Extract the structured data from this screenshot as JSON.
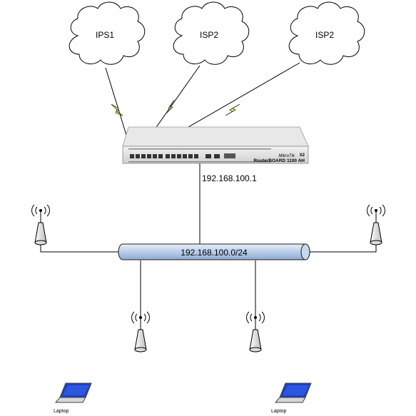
{
  "clouds": [
    {
      "label": "IPS1"
    },
    {
      "label": "ISP2"
    },
    {
      "label": "ISP2"
    }
  ],
  "router": {
    "brand": "MikroTik",
    "model_line": "RouterBOARD 1100 AH",
    "model_suffix": "X2",
    "ip_label": "192.168.100.1"
  },
  "network": {
    "label": "192.168.100.0/24"
  },
  "access_points": [
    {
      "icon": "wifi-access-point-icon"
    },
    {
      "icon": "wifi-access-point-icon"
    },
    {
      "icon": "wifi-access-point-icon"
    },
    {
      "icon": "wifi-access-point-icon"
    }
  ],
  "laptops": [
    {
      "label": "Laptop",
      "icon": "laptop-icon"
    },
    {
      "label": "Laptop",
      "icon": "laptop-icon"
    }
  ],
  "colors": {
    "lightning": "#ffff00",
    "bus_fill_top": "#dbe6f4",
    "bus_fill_bottom": "#9db7dc",
    "bus_stroke": "#1f1f1f",
    "laptop_screen": "#1f3fbf"
  }
}
